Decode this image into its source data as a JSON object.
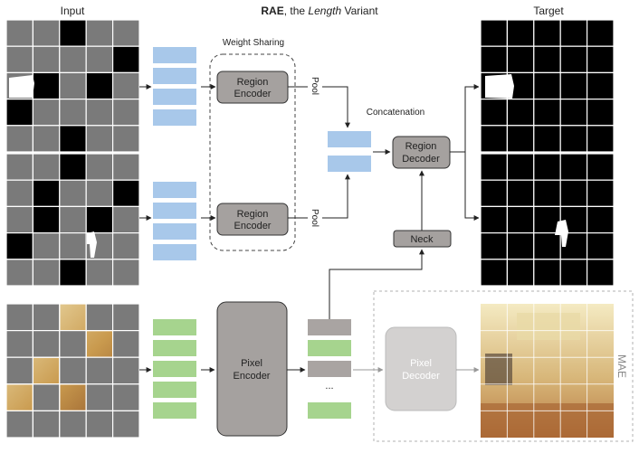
{
  "headers": {
    "input": "Input",
    "title_bold": "RAE",
    "title_mid": ", the ",
    "title_italic": "Length",
    "title_end": " Variant",
    "target": "Target"
  },
  "labels": {
    "weight_sharing": "Weight Sharing",
    "region_encoder_line1": "Region",
    "region_encoder_line2": "Encoder",
    "pool": "Pool",
    "concatenation": "Concatenation",
    "region_decoder_line1": "Region",
    "region_decoder_line2": "Decoder",
    "neck": "Neck",
    "pixel_encoder_line1": "Pixel",
    "pixel_encoder_line2": "Encoder",
    "pixel_decoder_line1": "Pixel",
    "pixel_decoder_line2": "Decoder",
    "ellipsis": "...",
    "mae": "MAE"
  },
  "grids": {
    "rows": 5,
    "cols": 5,
    "region_input_1": [
      [
        "gray",
        "gray",
        "black",
        "gray",
        "gray"
      ],
      [
        "gray",
        "gray",
        "gray",
        "gray",
        "black"
      ],
      [
        "gray",
        "black",
        "gray",
        "black",
        "gray"
      ],
      [
        "black",
        "gray",
        "gray",
        "gray",
        "gray"
      ],
      [
        "gray",
        "gray",
        "black",
        "gray",
        "gray"
      ]
    ],
    "region_input_2": [
      [
        "gray",
        "gray",
        "black",
        "gray",
        "gray"
      ],
      [
        "gray",
        "black",
        "gray",
        "gray",
        "black"
      ],
      [
        "gray",
        "black",
        "gray",
        "black",
        "gray"
      ],
      [
        "black",
        "gray",
        "gray",
        "gray",
        "gray"
      ],
      [
        "gray",
        "gray",
        "black",
        "gray",
        "gray"
      ]
    ],
    "pixel_masked_cells": [
      [
        "gray",
        "gray",
        "img",
        "gray",
        "gray"
      ],
      [
        "gray",
        "gray",
        "gray",
        "img",
        "gray"
      ],
      [
        "gray",
        "img",
        "gray",
        "gray",
        "gray"
      ],
      [
        "img",
        "gray",
        "img",
        "gray",
        "gray"
      ],
      [
        "gray",
        "gray",
        "gray",
        "gray",
        "gray"
      ]
    ]
  },
  "colors": {
    "mask_gray": "#7a7a7a",
    "mask_black": "#000000",
    "region_token": "#a8c8ea",
    "pixel_token": "#a6d48e",
    "masked_token": "#a9a4a2",
    "box_fill": "#a5a19f",
    "decoder_fill": "#d3d1d0",
    "dash_gray": "#b0b0b0",
    "arrow": "#222222"
  }
}
